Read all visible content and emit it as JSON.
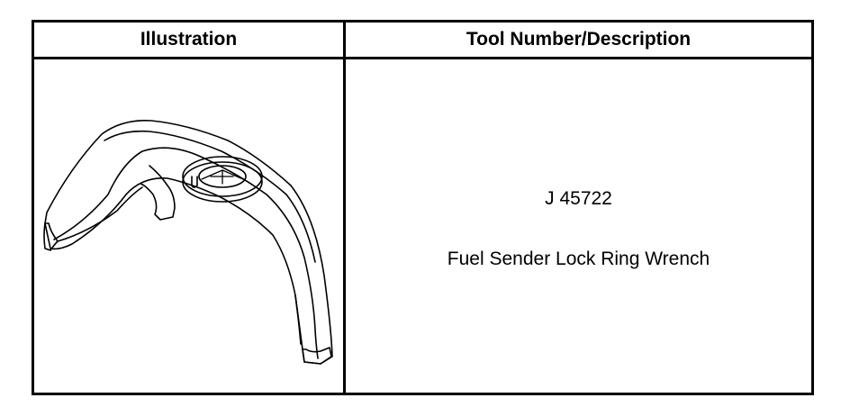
{
  "table": {
    "headers": {
      "illustration": "Illustration",
      "tool": "Tool Number/Description"
    },
    "rows": [
      {
        "illustration": "fuel-sender-lock-ring-wrench-drawing",
        "tool_number": "J 45722",
        "description": "Fuel Sender Lock Ring Wrench"
      }
    ]
  }
}
